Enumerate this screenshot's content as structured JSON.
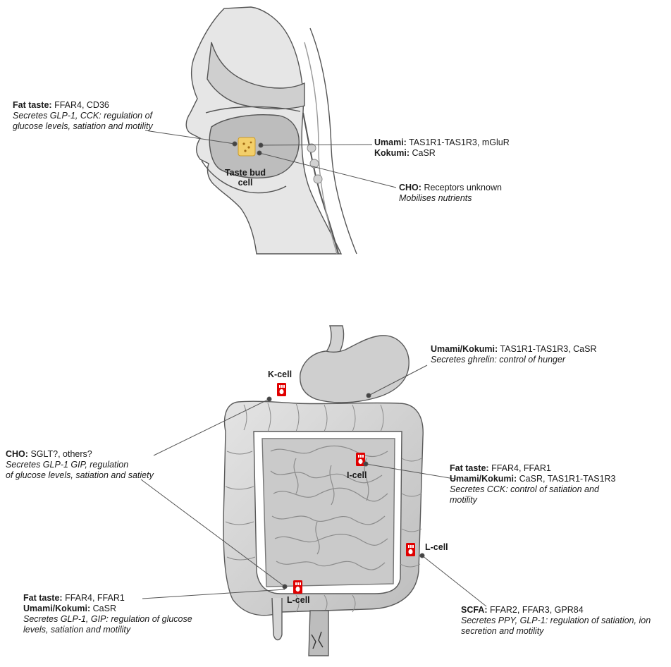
{
  "mouth": {
    "taste_bud_label": "Taste bud\ncell",
    "fat_taste": {
      "name": "Fat taste:",
      "receptors": "FFAR4, CD36",
      "effect": "Secretes GLP-1, CCK: regulation of\nglucose levels, satiation and motility"
    },
    "umami": {
      "name": "Umami:",
      "receptors": "TAS1R1-TAS1R3, mGluR"
    },
    "kokumi": {
      "name": "Kokumi:",
      "receptors": "CaSR"
    },
    "cho": {
      "name": "CHO:",
      "receptors": "Receptors unknown",
      "effect": "Mobilises nutrients"
    }
  },
  "gut": {
    "cells": {
      "k": "K-cell",
      "i": "I-cell",
      "l_colon": "L-cell",
      "l_ileum": "L-cell"
    },
    "stomach": {
      "name": "Umami/Kokumi:",
      "receptors": "TAS1R1-TAS1R3, CaSR",
      "effect": "Secretes ghrelin: control of hunger"
    },
    "cho": {
      "name": "CHO:",
      "receptors": "SGLT?, others?",
      "effect": "Secretes GLP-1 GIP, regulation\nof glucose levels, satiation and satiety"
    },
    "icell": {
      "fat_name": "Fat taste:",
      "fat_receptors": "FFAR4, FFAR1",
      "umami_name": "Umami/Kokumi:",
      "umami_receptors": "CaSR, TAS1R1-TAS1R3",
      "effect": "Secretes CCK: control of satiation and\nmotility"
    },
    "lcell_ileum": {
      "fat_name": "Fat taste:",
      "fat_receptors": "FFAR4, FFAR1",
      "umami_name": "Umami/Kokumi:",
      "umami_receptors": "CaSR",
      "effect": "Secretes GLP-1, GIP: regulation of glucose\nlevels, satiation and motility"
    },
    "scfa": {
      "name": "SCFA:",
      "receptors": "FFAR2, FFAR3, GPR84",
      "effect": "Secretes PPY, GLP-1: regulation of satiation, ion\nsecretion and motility"
    }
  },
  "colors": {
    "cell_red": "#e00000",
    "organ_fill": "#d6d6d6",
    "organ_stroke": "#5a5a5a",
    "bud_yellow": "#f3cf6a"
  }
}
